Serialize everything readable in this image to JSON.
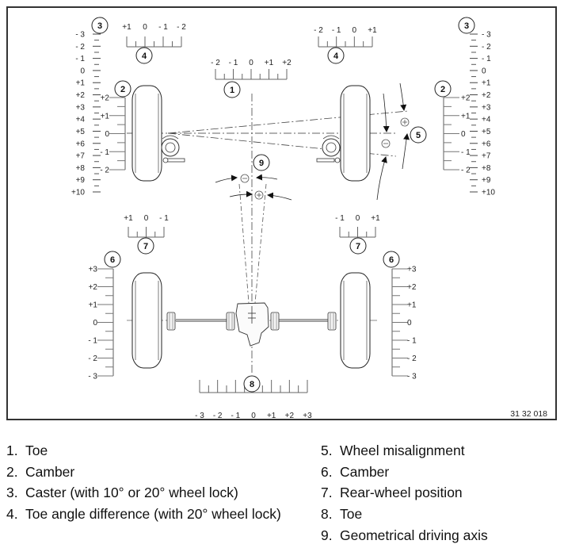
{
  "figure": {
    "id_label": "31 32 018",
    "callouts": [
      "1",
      "2",
      "3",
      "4",
      "5",
      "6",
      "7",
      "8",
      "9"
    ],
    "sign_symbols": {
      "minus": "−",
      "plus": "+"
    },
    "scales": {
      "toe_front": {
        "callout": "1",
        "labels": [
          "- 2",
          "- 1",
          "0",
          "+1",
          "+2"
        ]
      },
      "camber_front_left": {
        "callout": "2",
        "labels": [
          "+2",
          "+1",
          "0",
          "- 1",
          "- 2"
        ]
      },
      "camber_front_right": {
        "callout": "2",
        "labels": [
          "+2",
          "+1",
          "0",
          "- 1",
          "- 2"
        ]
      },
      "caster_left": {
        "callout": "3",
        "labels": [
          "- 3",
          "- 2",
          "- 1",
          "0",
          "+1",
          "+2",
          "+3",
          "+4",
          "+5",
          "+6",
          "+7",
          "+8",
          "+9",
          "+10"
        ]
      },
      "caster_right": {
        "callout": "3",
        "labels": [
          "- 3",
          "- 2",
          "- 1",
          "0",
          "+1",
          "+2",
          "+3",
          "+4",
          "+5",
          "+6",
          "+7",
          "+8",
          "+9",
          "+10"
        ]
      },
      "toe_diff_left": {
        "callout": "4",
        "labels": [
          "+1",
          "0",
          "- 1",
          "- 2"
        ]
      },
      "toe_diff_right": {
        "callout": "4",
        "labels": [
          "- 2",
          "- 1",
          "0",
          "+1"
        ]
      },
      "camber_rear_left": {
        "callout": "6",
        "labels": [
          "+3",
          "+2",
          "+1",
          "0",
          "- 1",
          "- 2",
          "- 3"
        ]
      },
      "camber_rear_right": {
        "callout": "6",
        "labels": [
          "+3",
          "+2",
          "+1",
          "0",
          "- 1",
          "- 2",
          "- 3"
        ]
      },
      "rear_pos_left": {
        "callout": "7",
        "labels": [
          "+1",
          "0",
          "- 1"
        ]
      },
      "rear_pos_right": {
        "callout": "7",
        "labels": [
          "- 1",
          "0",
          "+1"
        ]
      },
      "toe_rear": {
        "callout": "8",
        "labels": [
          "- 3",
          "- 2",
          "- 1",
          "0",
          "+1",
          "+2",
          "+3"
        ]
      }
    }
  },
  "legend": {
    "left": [
      {
        "num": "1.",
        "text": "Toe"
      },
      {
        "num": "2.",
        "text": "Camber"
      },
      {
        "num": "3.",
        "text": "Caster (with 10° or 20° wheel lock)"
      },
      {
        "num": "4.",
        "text": "Toe angle difference (with 20° wheel lock)"
      }
    ],
    "right": [
      {
        "num": "5.",
        "text": "Wheel misalignment"
      },
      {
        "num": "6.",
        "text": "Camber"
      },
      {
        "num": "7.",
        "text": "Rear-wheel position"
      },
      {
        "num": "8.",
        "text": "Toe"
      },
      {
        "num": "9.",
        "text": "Geometrical driving axis"
      }
    ]
  }
}
